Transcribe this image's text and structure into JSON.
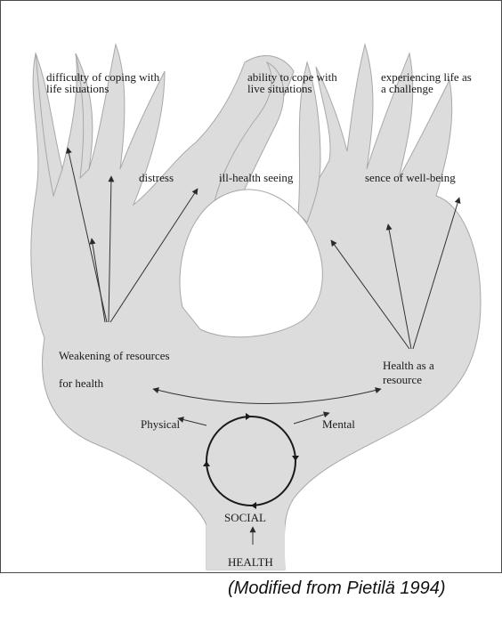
{
  "diagram": {
    "labels": {
      "difficulty": "difficulty of coping with life situations",
      "ability": "ability to cope with live situations",
      "challenge": "experiencing life as a challenge",
      "distress": "distress",
      "ill_health": "ill-health seeing",
      "well_being": "sence of well-being",
      "weakening_line1": "Weakening of resources",
      "weakening_line2": "for health",
      "resource_line1": "Health as a",
      "resource_line2": "resource",
      "physical": "Physical",
      "mental": "Mental",
      "social": "SOCIAL",
      "health": "HEALTH"
    },
    "caption": "(Modified from Pietilä 1994)",
    "colors": {
      "tree_fill": "#dcdcdc",
      "tree_outline": "#aaaaaa",
      "line": "#333333",
      "circle": "#1a1a1a"
    }
  }
}
